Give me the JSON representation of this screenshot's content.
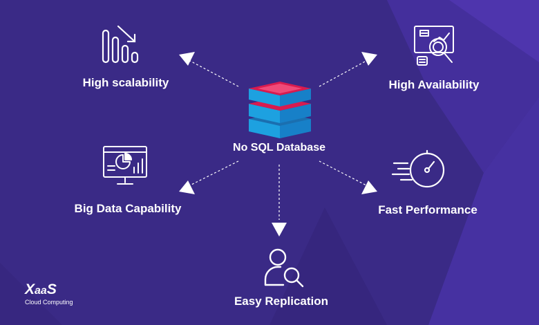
{
  "colors": {
    "background": "#3a2a86",
    "background_light": "#4a36a3",
    "white": "#ffffff",
    "db_red": "#d81b4f",
    "db_blue": "#1da1e0",
    "db_blue_dark": "#1a6fb0"
  },
  "center": {
    "label": "No SQL Database",
    "icon": "database-stack-icon"
  },
  "features": [
    {
      "label": "High scalability",
      "icon": "scalability-bars-icon"
    },
    {
      "label": "High Availability",
      "icon": "availability-magnifier-icon"
    },
    {
      "label": "Big Data Capability",
      "icon": "big-data-monitor-icon"
    },
    {
      "label": "Fast Performance",
      "icon": "speedometer-icon"
    },
    {
      "label": "Easy Replication",
      "icon": "user-search-icon"
    }
  ],
  "logo": {
    "mark_x": "X",
    "mark_aa": "aa",
    "mark_s": "S",
    "subtitle": "Cloud Computing"
  }
}
